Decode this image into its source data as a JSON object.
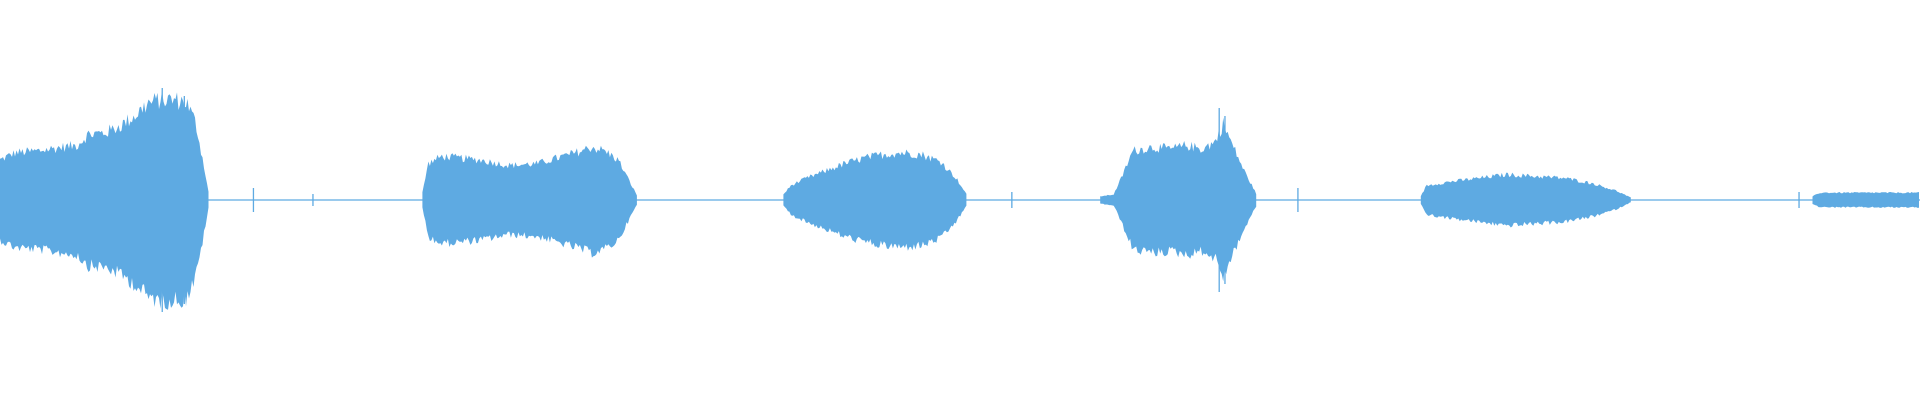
{
  "waveform": {
    "color": "#5eaae2",
    "background": "#ffffff",
    "duration_units": 100,
    "amplitude_scale": 1.0,
    "segments": [
      {
        "name": "sound-burst-1",
        "start": 0.0,
        "end": 10.9,
        "envelope": [
          [
            0.0,
            0.22
          ],
          [
            0.8,
            0.26
          ],
          [
            2.0,
            0.27
          ],
          [
            3.2,
            0.29
          ],
          [
            4.0,
            0.3
          ],
          [
            4.6,
            0.36
          ],
          [
            5.5,
            0.37
          ],
          [
            6.3,
            0.41
          ],
          [
            7.0,
            0.46
          ],
          [
            7.7,
            0.53
          ],
          [
            8.3,
            0.55
          ],
          [
            9.0,
            0.55
          ],
          [
            9.7,
            0.54
          ],
          [
            10.2,
            0.42
          ],
          [
            10.6,
            0.2
          ],
          [
            10.9,
            0.02
          ]
        ]
      },
      {
        "name": "sound-burst-2",
        "start": 22.0,
        "end": 33.2,
        "envelope": [
          [
            22.0,
            0.04
          ],
          [
            22.3,
            0.2
          ],
          [
            23.0,
            0.24
          ],
          [
            24.0,
            0.23
          ],
          [
            25.0,
            0.22
          ],
          [
            26.5,
            0.19
          ],
          [
            28.0,
            0.2
          ],
          [
            29.0,
            0.23
          ],
          [
            30.0,
            0.26
          ],
          [
            30.8,
            0.29
          ],
          [
            31.5,
            0.27
          ],
          [
            32.2,
            0.22
          ],
          [
            32.8,
            0.1
          ],
          [
            33.2,
            0.02
          ]
        ]
      },
      {
        "name": "sound-burst-3",
        "start": 40.8,
        "end": 50.4,
        "envelope": [
          [
            40.8,
            0.03
          ],
          [
            41.2,
            0.08
          ],
          [
            42.0,
            0.12
          ],
          [
            43.0,
            0.16
          ],
          [
            44.0,
            0.2
          ],
          [
            45.0,
            0.23
          ],
          [
            46.0,
            0.25
          ],
          [
            47.0,
            0.26
          ],
          [
            48.0,
            0.25
          ],
          [
            49.0,
            0.21
          ],
          [
            49.8,
            0.12
          ],
          [
            50.4,
            0.02
          ]
        ]
      },
      {
        "name": "sound-burst-4",
        "start": 57.3,
        "end": 65.5,
        "envelope": [
          [
            57.3,
            0.02
          ],
          [
            58.0,
            0.03
          ],
          [
            58.4,
            0.12
          ],
          [
            59.0,
            0.27
          ],
          [
            60.0,
            0.29
          ],
          [
            61.0,
            0.28
          ],
          [
            61.8,
            0.3
          ],
          [
            62.6,
            0.28
          ],
          [
            63.3,
            0.32
          ],
          [
            63.7,
            0.42
          ],
          [
            64.2,
            0.3
          ],
          [
            64.8,
            0.16
          ],
          [
            65.5,
            0.02
          ]
        ]
      },
      {
        "name": "sound-burst-5",
        "start": 74.0,
        "end": 85.0,
        "envelope": [
          [
            74.0,
            0.02
          ],
          [
            74.3,
            0.08
          ],
          [
            75.5,
            0.1
          ],
          [
            77.0,
            0.12
          ],
          [
            78.5,
            0.14
          ],
          [
            80.0,
            0.13
          ],
          [
            81.5,
            0.12
          ],
          [
            83.0,
            0.09
          ],
          [
            84.2,
            0.05
          ],
          [
            85.0,
            0.01
          ]
        ]
      },
      {
        "name": "sound-burst-6",
        "start": 94.4,
        "end": 100.0,
        "envelope": [
          [
            94.4,
            0.02
          ],
          [
            94.8,
            0.04
          ],
          [
            96.0,
            0.04
          ],
          [
            98.0,
            0.04
          ],
          [
            100.0,
            0.04
          ]
        ]
      }
    ],
    "spikes": [
      {
        "x": 8.45,
        "amp": 0.56
      },
      {
        "x": 9.6,
        "amp": 0.52
      },
      {
        "x": 13.2,
        "amp": 0.06
      },
      {
        "x": 16.3,
        "amp": 0.03
      },
      {
        "x": 52.7,
        "amp": 0.04
      },
      {
        "x": 63.5,
        "amp": 0.46
      },
      {
        "x": 63.8,
        "amp": 0.42
      },
      {
        "x": 67.6,
        "amp": 0.06
      },
      {
        "x": 93.7,
        "amp": 0.04
      }
    ]
  }
}
